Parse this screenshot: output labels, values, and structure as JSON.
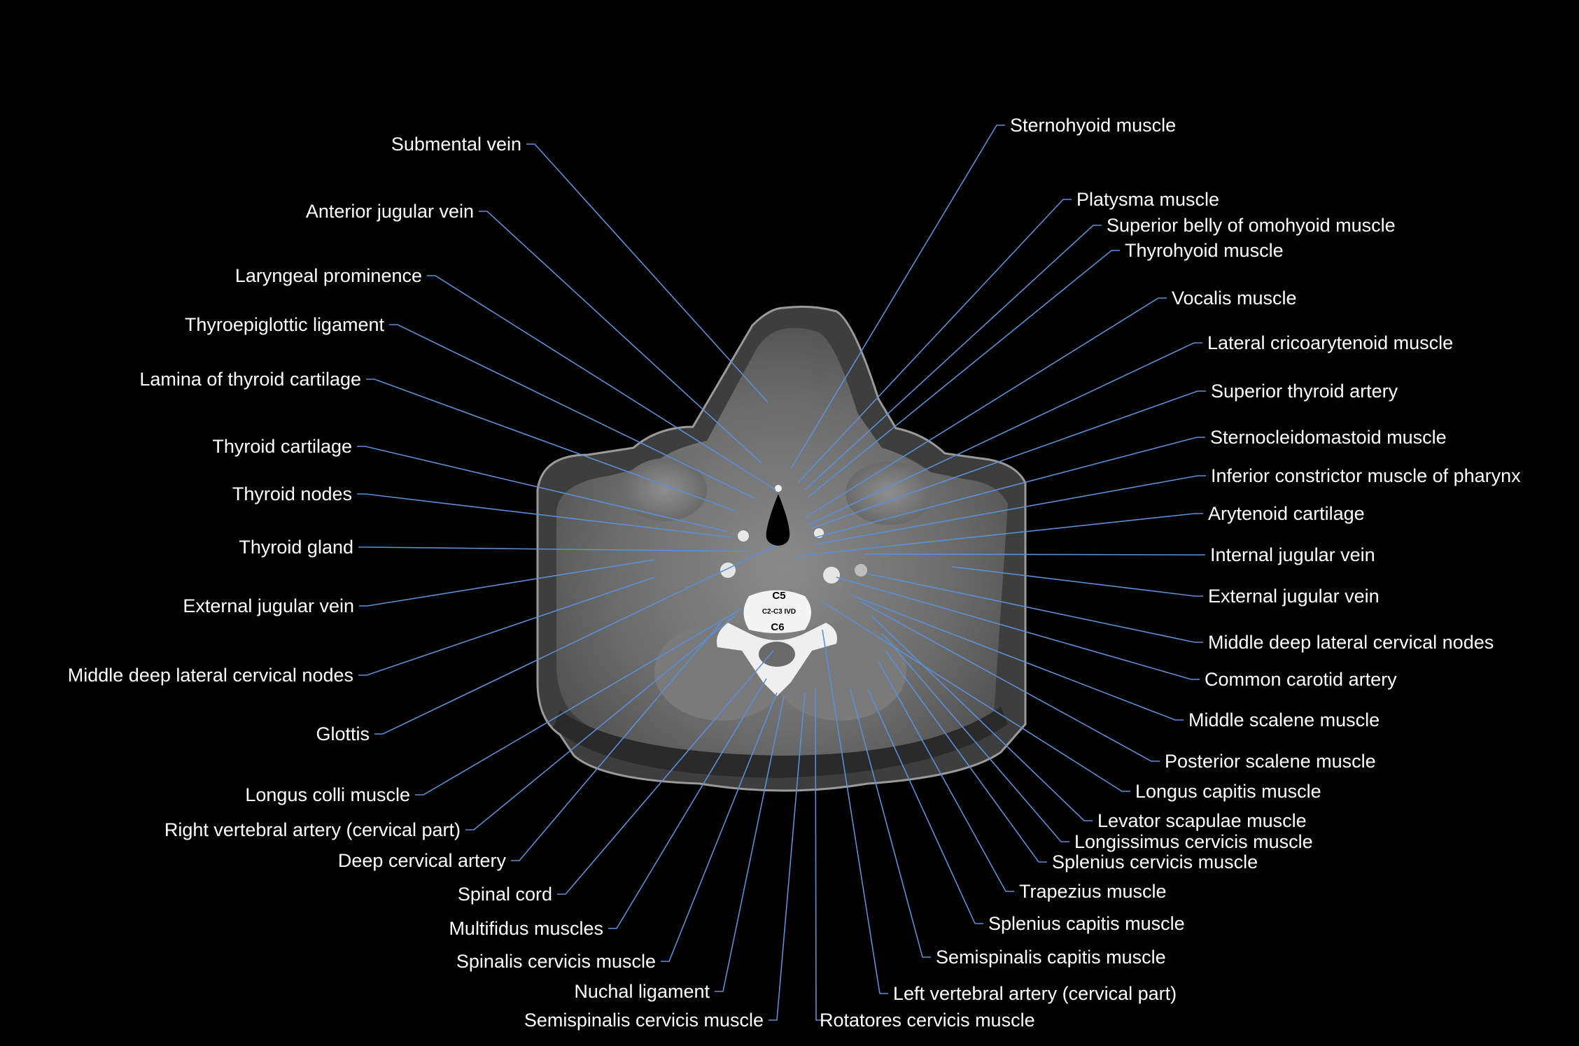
{
  "labels_left": [
    "Submental vein",
    "Anterior jugular vein",
    "Laryngeal prominence",
    "Thyroepiglottic ligament",
    "Lamina of thyroid cartilage",
    "Thyroid cartilage",
    "Thyroid nodes",
    "Thyroid gland",
    "External jugular vein",
    "Middle deep lateral cervical nodes",
    "Glottis",
    "Longus colli muscle",
    "Right vertebral artery (cervical part)",
    "Deep cervical artery",
    "Spinal cord",
    "Multifidus muscles",
    "Spinalis cervicis muscle",
    "Nuchal ligament",
    "Semispinalis cervicis muscle"
  ],
  "labels_right": [
    "Sternohyoid muscle",
    "Platysma muscle",
    "Superior belly of omohyoid muscle",
    "Thyrohyoid muscle",
    "Vocalis muscle",
    "Lateral cricoarytenoid muscle",
    "Superior thyroid artery",
    "Sternocleidomastoid muscle",
    "Inferior constrictor muscle of pharynx",
    "Arytenoid cartilage",
    "Internal jugular vein",
    "External jugular vein",
    "Middle deep lateral cervical nodes",
    "Common carotid artery",
    "Middle scalene muscle",
    "Posterior scalene muscle",
    "Longus capitis muscle",
    "Levator scapulae muscle",
    "Longissimus cervicis muscle",
    "Splenius cervicis muscle",
    "Trapezius muscle",
    "Splenius capitis muscle",
    "Semispinalis capitis muscle",
    "Left vertebral artery (cervical part)",
    "Rotatores cervicis muscle"
  ],
  "vertebra_labels": {
    "upper": "C5",
    "disc": "C2-C3 IVD",
    "lower": "C6"
  },
  "colors": {
    "background": "#000000",
    "leader_line": "#5b8fd6",
    "label_text": "#ffffff"
  }
}
